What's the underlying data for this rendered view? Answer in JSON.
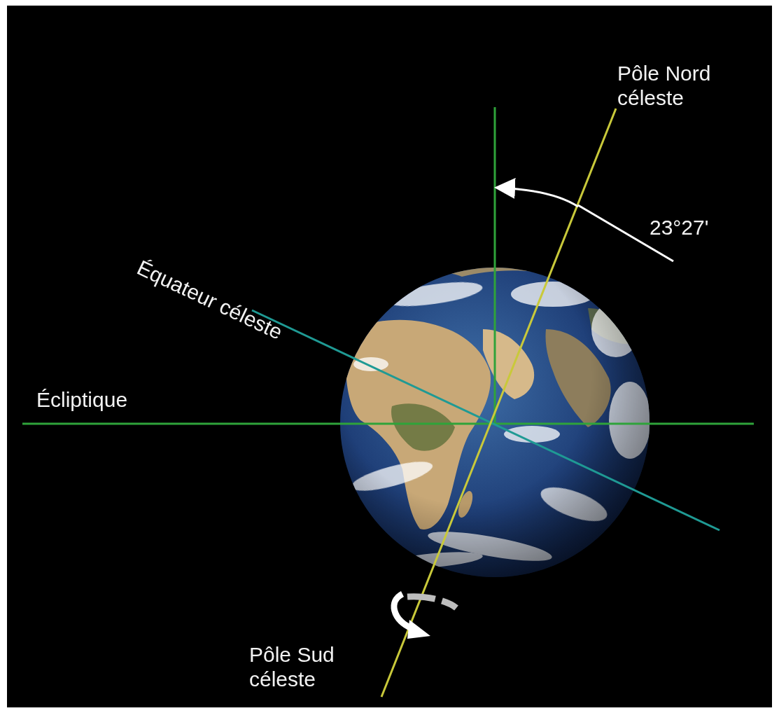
{
  "diagram": {
    "labels": [
      "Pôle Nord céleste",
      "23°27'",
      "Équateur céleste",
      "Écliptique",
      "Pôle Sud céleste"
    ]
  }
}
